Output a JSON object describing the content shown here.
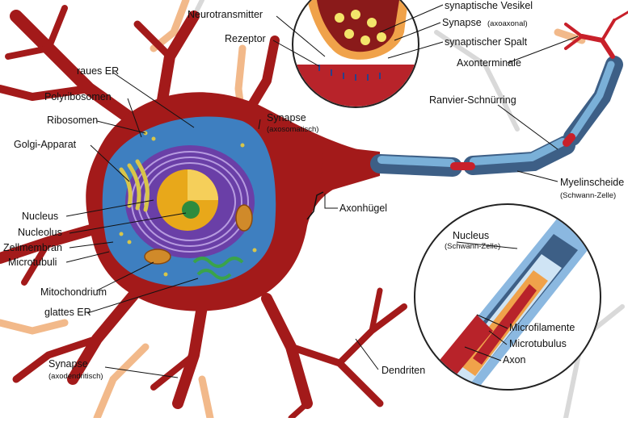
{
  "labels": {
    "neurotransmitter": "Neurotransmitter",
    "rezeptor": "Rezeptor",
    "synaptische_vesikel": "synaptische Vesikel",
    "synapse_axoaxonal": "Synapse",
    "synapse_axoaxonal_sub": "(axoaxonal)",
    "synaptischer_spalt": "synaptischer Spalt",
    "axonterminale": "Axonterminale",
    "raues_er": "raues ER",
    "polyribosomen": "Polyribosomen",
    "ribosomen": "Ribosomen",
    "golgi": "Golgi-Apparat",
    "nucleus": "Nucleus",
    "nucleolus": "Nucleolus",
    "zellmembran": "Zellmembran",
    "microtubuli": "Microtubuli",
    "mitochondrium": "Mitochondrium",
    "glattes_er": "glattes ER",
    "synapse_axosomatisch": "Synapse",
    "synapse_axosomatisch_sub": "(axosomatisch)",
    "ranvier": "Ranvier-Schnürring",
    "myelinscheide": "Myelinscheide",
    "myelinscheide_sub": "(Schwann-Zelle)",
    "axonhuegel": "Axonhügel",
    "nucleus_schwann": "Nucleus",
    "nucleus_schwann_sub": "(Schwann-Zelle)",
    "microfilamente": "Microfilamente",
    "microtubulus": "Microtubulus",
    "axon": "Axon",
    "synapse_axodendritisch": "Synapse",
    "synapse_axodendritisch_sub": "(axodendritisch)",
    "dendriten": "Dendriten"
  },
  "colors": {
    "neuron": "#a31a1a",
    "cytoplasm": "#3e7fc0",
    "nucleus": "#6a3fa7",
    "nucleolus": "#e8a81a",
    "myelin": "#5e8db8",
    "dendrite_orange": "#f2b98a"
  }
}
